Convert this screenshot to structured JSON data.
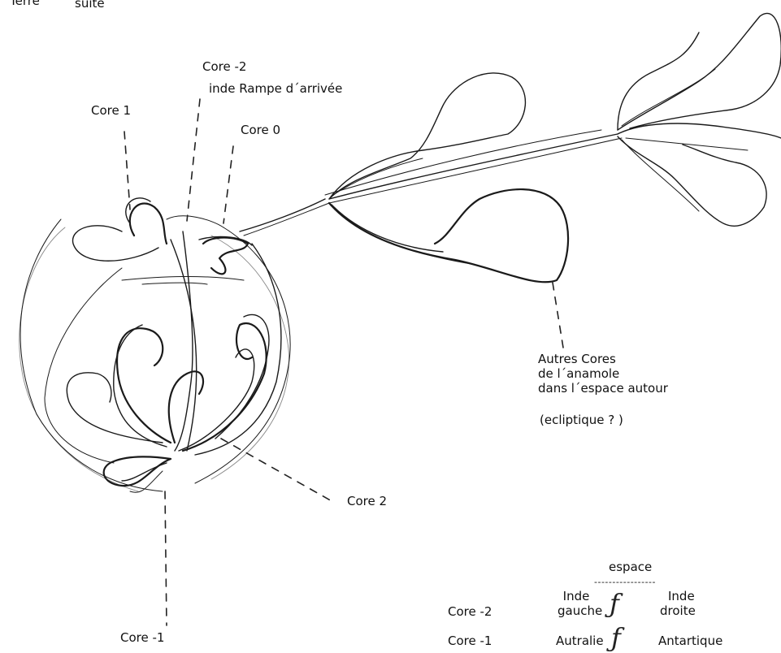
{
  "top_labels": {
    "terre": "Terre",
    "suite": "suite"
  },
  "core_labels": {
    "core_m2": "Core -2",
    "inde_rampe": "inde Rampe d´arrivée",
    "core_1": "Core 1",
    "core_0": "Core 0",
    "core_2": "Core 2",
    "core_m1": "Core -1"
  },
  "autres": {
    "line1": "Autres Cores",
    "line2": "de l´anamole",
    "line3": "dans l´espace autour",
    "note": "(ecliptique ? )"
  },
  "table": {
    "header": "espace",
    "underline": "-----------------",
    "rows": [
      {
        "core": "Core -2",
        "left_1": "Inde",
        "left_2": "gauche",
        "right_1": "Inde",
        "right_2": "droite"
      },
      {
        "core": "Core -1",
        "left_1": "Autralie",
        "right_1": "Antartique"
      }
    ]
  },
  "colors": {
    "ink": "#1a1a1a",
    "background": "#ffffff"
  }
}
